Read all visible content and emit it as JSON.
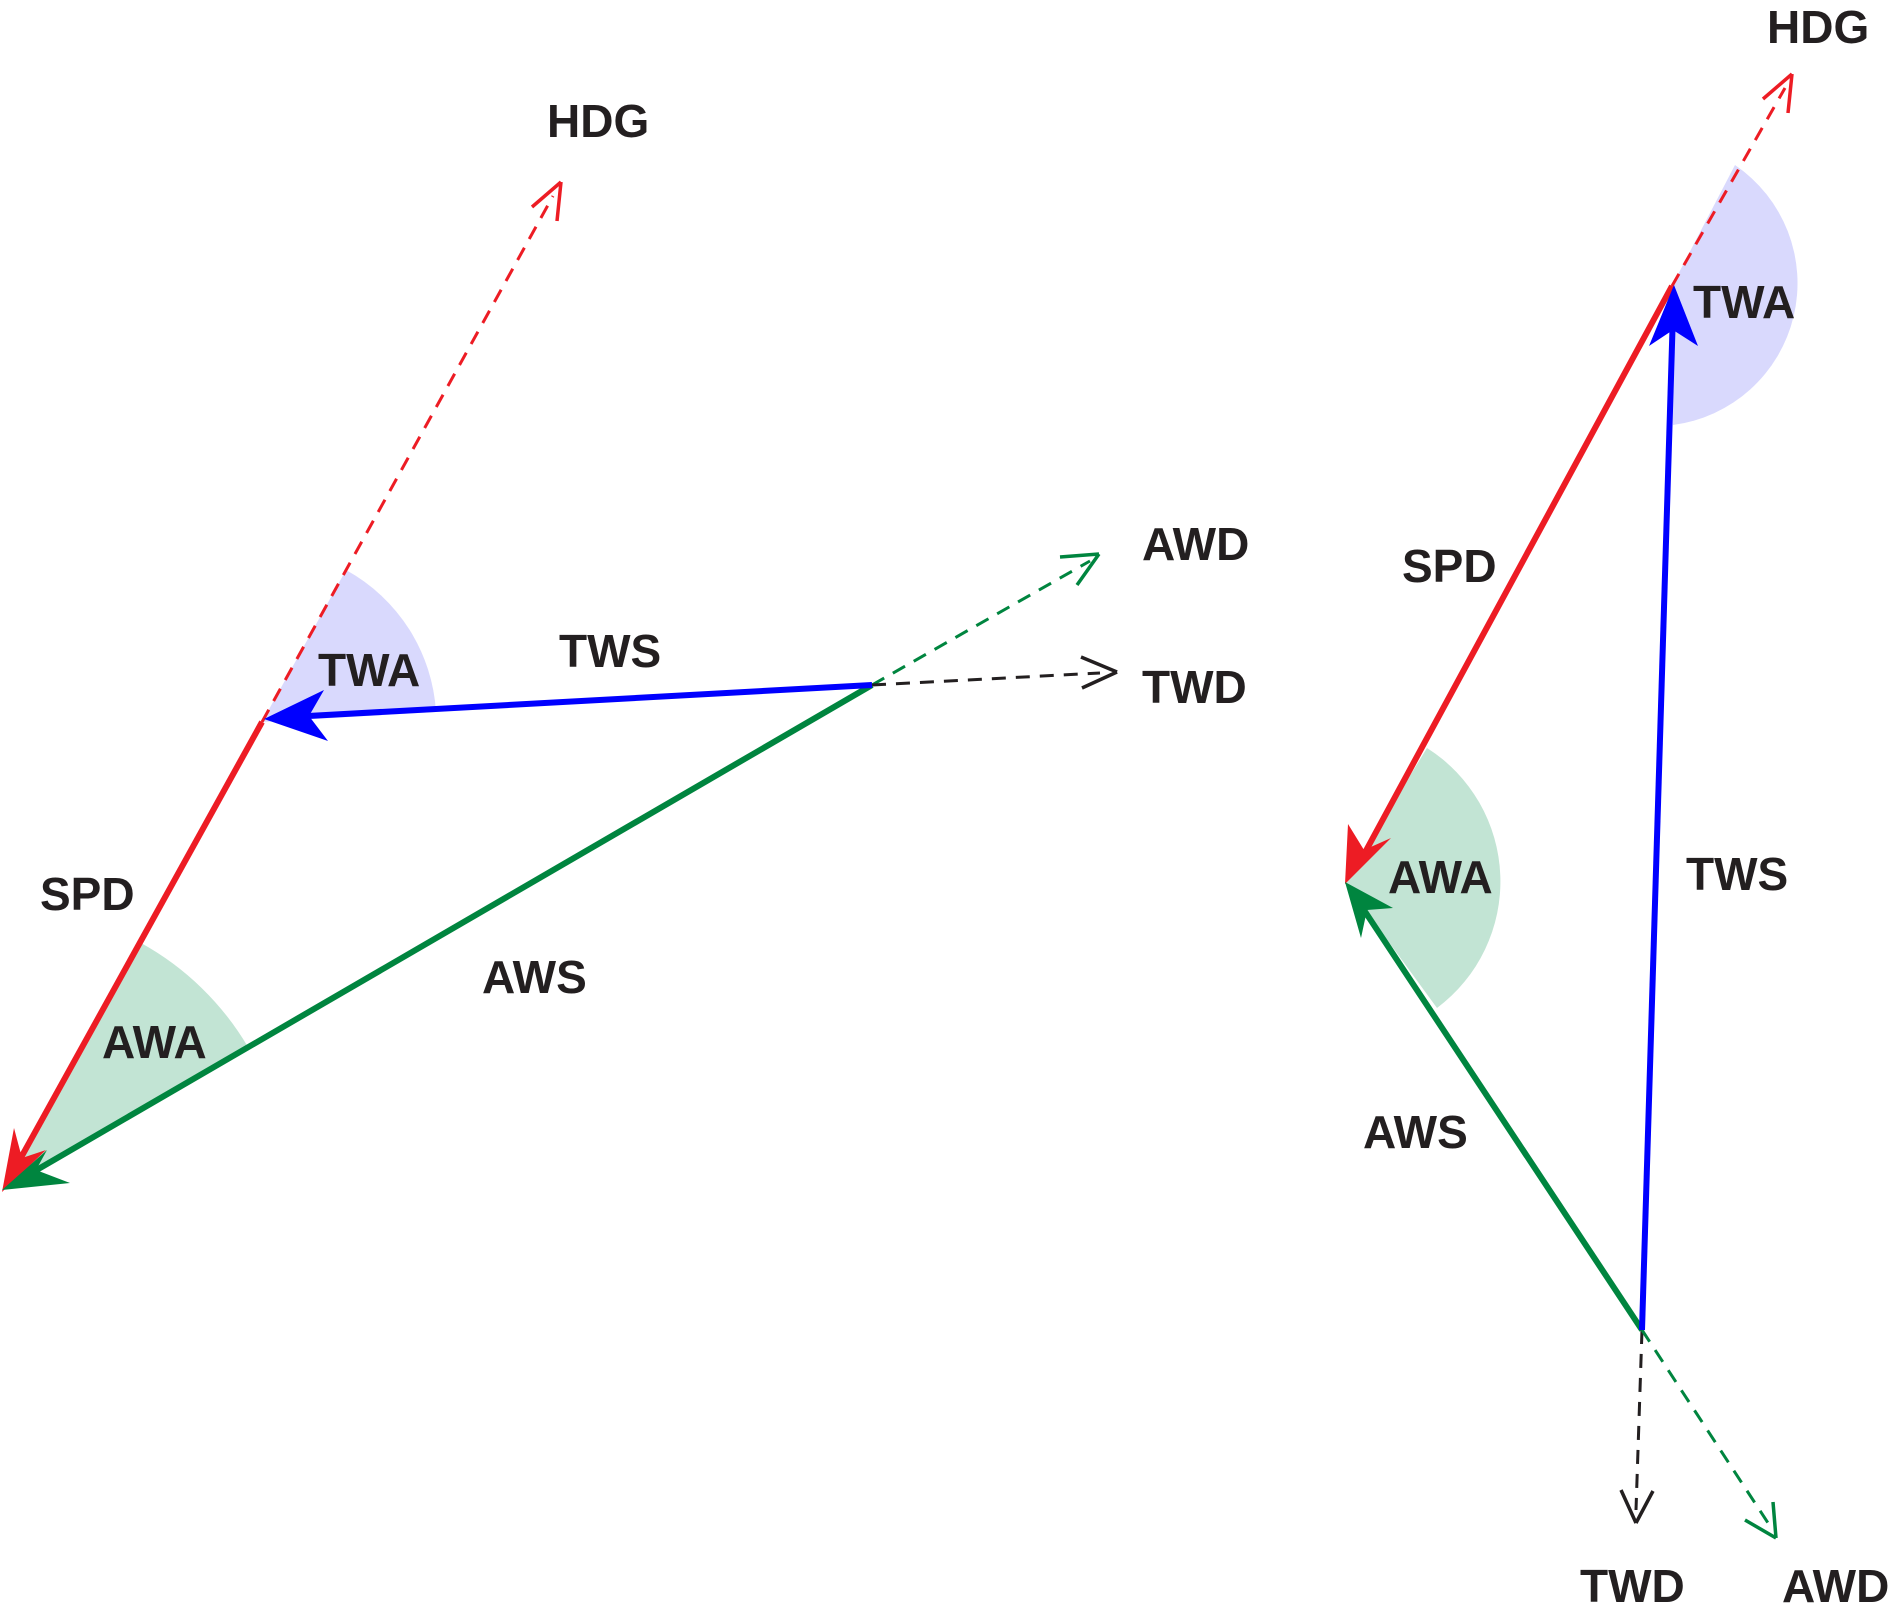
{
  "colors": {
    "heading": "#ed1c24",
    "true_wind": "#0000ff",
    "apparent_wind": "#00853f",
    "direction_ref": "#231f20",
    "twa_fill": "#d9d9fd",
    "awa_fill": "#c2e4d4",
    "label": "#231f20"
  },
  "left_diagram": {
    "hdg": "HDG",
    "twa": "TWA",
    "tws": "TWS",
    "awd": "AWD",
    "twd": "TWD",
    "spd": "SPD",
    "awa": "AWA",
    "aws": "AWS"
  },
  "right_diagram": {
    "hdg": "HDG",
    "twa": "TWA",
    "spd": "SPD",
    "awa": "AWA",
    "tws": "TWS",
    "aws": "AWS",
    "twd": "TWD",
    "awd": "AWD"
  }
}
